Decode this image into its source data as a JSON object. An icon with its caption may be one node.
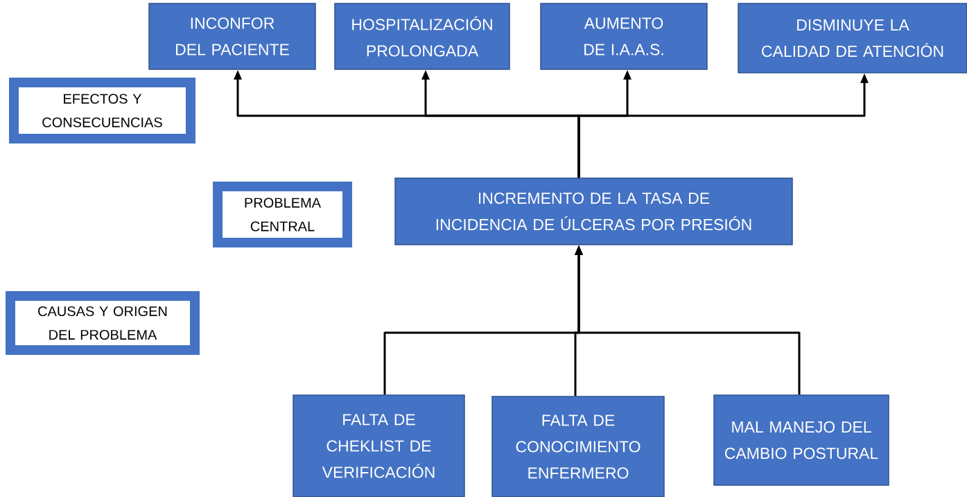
{
  "diagram": {
    "nodes": [
      {
        "text": [
          "INCONFOR DEL PACIENTE"
        ]
      },
      {
        "text": [
          "HOSPITALIZACIÓN PROLONGADA"
        ]
      },
      {
        "text": [
          "AUMENTO DE I.A.A.S."
        ]
      },
      {
        "text": [
          "DISMINUYE LA CALIDAD DE ATENCIÓN"
        ]
      },
      {
        "text": [
          "EFECTOS Y CONSECUENCIAS"
        ]
      },
      {
        "text": [
          "PROBLEMA CENTRAL"
        ]
      },
      {
        "text": [
          "INCREMENTO DE LA TASA DE INCIDENCIA DE ÚLCERAS POR PRESIÓN"
        ]
      },
      {
        "text": [
          "CAUSAS Y ORIGEN DEL PROBLEMA"
        ]
      },
      {
        "text": [
          "FALTA DE CHEKLIST DE VERIFICACIÓN"
        ]
      },
      {
        "text": [
          "FALTA DE CONOCIMIENTO ENFERMERO"
        ]
      },
      {
        "text": [
          "MAL MANEJO DEL CAMBIO POSTURAL"
        ]
      }
    ],
    "edges": [
      {
        "from": 6,
        "to": 0,
        "arrow": "to"
      },
      {
        "from": 6,
        "to": 1,
        "arrow": "to"
      },
      {
        "from": 6,
        "to": 2,
        "arrow": "to"
      },
      {
        "from": 6,
        "to": 3,
        "arrow": "to"
      },
      {
        "from": 8,
        "to": 6,
        "arrow": "to"
      },
      {
        "from": 9,
        "to": 6,
        "arrow": "to"
      },
      {
        "from": 10,
        "to": 6,
        "arrow": "to"
      }
    ]
  }
}
